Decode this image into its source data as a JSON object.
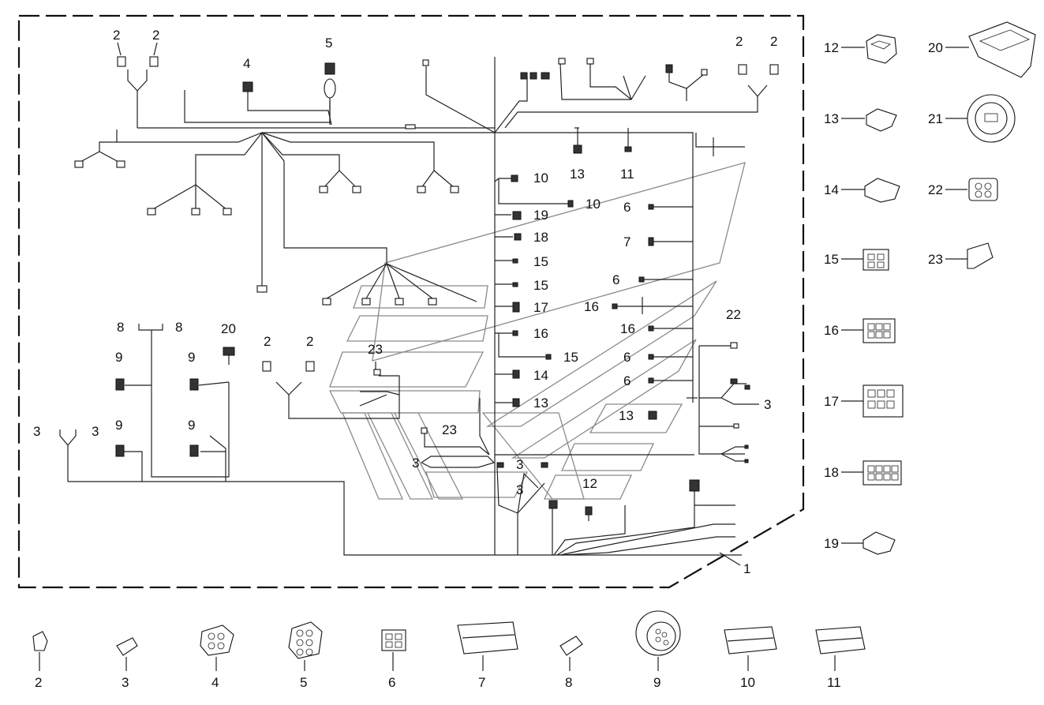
{
  "harness_label": "1",
  "callouts": {
    "main_top_left": [
      "2",
      "2",
      "4",
      "5"
    ],
    "main_top_right": [
      "2",
      "2"
    ],
    "center_column": [
      "10",
      "10",
      "19",
      "18",
      "15",
      "15",
      "17",
      "16",
      "15",
      "14",
      "13"
    ],
    "center_top": [
      "13",
      "11"
    ],
    "right_column": [
      "6",
      "7",
      "6",
      "16",
      "16",
      "6",
      "6",
      "22",
      "3",
      "13",
      "12"
    ],
    "left_lower": [
      "8",
      "8",
      "20",
      "9",
      "9",
      "9",
      "9",
      "3",
      "3",
      "2",
      "2",
      "23",
      "23",
      "3",
      "3",
      "3",
      "3"
    ]
  },
  "right_parts": [
    {
      "id": "12"
    },
    {
      "id": "20"
    },
    {
      "id": "13"
    },
    {
      "id": "21"
    },
    {
      "id": "14"
    },
    {
      "id": "22"
    },
    {
      "id": "15"
    },
    {
      "id": "23"
    },
    {
      "id": "16"
    },
    {
      "id": "17"
    },
    {
      "id": "18"
    },
    {
      "id": "19"
    }
  ],
  "bottom_parts": [
    {
      "id": "2"
    },
    {
      "id": "3"
    },
    {
      "id": "4"
    },
    {
      "id": "5"
    },
    {
      "id": "6"
    },
    {
      "id": "7"
    },
    {
      "id": "8"
    },
    {
      "id": "9"
    },
    {
      "id": "10"
    },
    {
      "id": "11"
    }
  ],
  "colors": {
    "line": "#222222",
    "watermark": "#8a8a8a",
    "background": "#ffffff"
  }
}
